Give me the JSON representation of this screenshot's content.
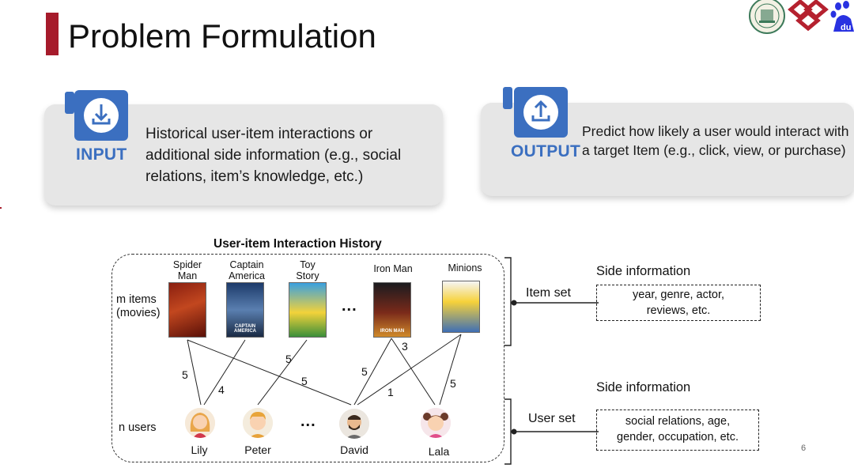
{
  "slide": {
    "title": "Problem Formulation",
    "page_number": "6"
  },
  "input_card": {
    "label": "INPUT",
    "text": "Historical user-item interactions or additional side information (e.g., social relations, item’s knowledge, etc.)",
    "icon": "download-icon"
  },
  "output_card": {
    "label": "OUTPUT",
    "text": "Predict how likely a user would interact with a target Item (e.g., click, view, or purchase)",
    "icon": "upload-icon"
  },
  "diagram": {
    "title": "User-item Interaction History",
    "items_label_1": "m items",
    "items_label_2": "(movies)",
    "users_label": "n users",
    "ellipsis": "...",
    "items": [
      {
        "name_line1": "Spider",
        "name_line2": "Man",
        "poster_text": ""
      },
      {
        "name_line1": "Captain",
        "name_line2": "America",
        "poster_text": "CAPTAIN AMERICA"
      },
      {
        "name_line1": "Toy",
        "name_line2": "Story",
        "poster_text": ""
      },
      {
        "name_line1": "Iron Man",
        "name_line2": "",
        "poster_text": "IRON MAN"
      },
      {
        "name_line1": "Minions",
        "name_line2": "",
        "poster_text": ""
      }
    ],
    "users": [
      "Lily",
      "Peter",
      "David",
      "Lala"
    ],
    "weights": [
      "5",
      "4",
      "5",
      "5",
      "5",
      "3",
      "1",
      "5"
    ],
    "item_set_label": "Item set",
    "user_set_label": "User set",
    "item_side_head": "Side information",
    "item_side_text_1": "year, genre, actor,",
    "item_side_text_2": "reviews, etc.",
    "user_side_head": "Side information",
    "user_side_text_1": "social relations, age,",
    "user_side_text_2": "gender, occupation, etc."
  },
  "colors": {
    "accent_bar": "#a61b2b",
    "card_blue": "#3b6fc0",
    "card_bg": "#e6e6e6"
  }
}
